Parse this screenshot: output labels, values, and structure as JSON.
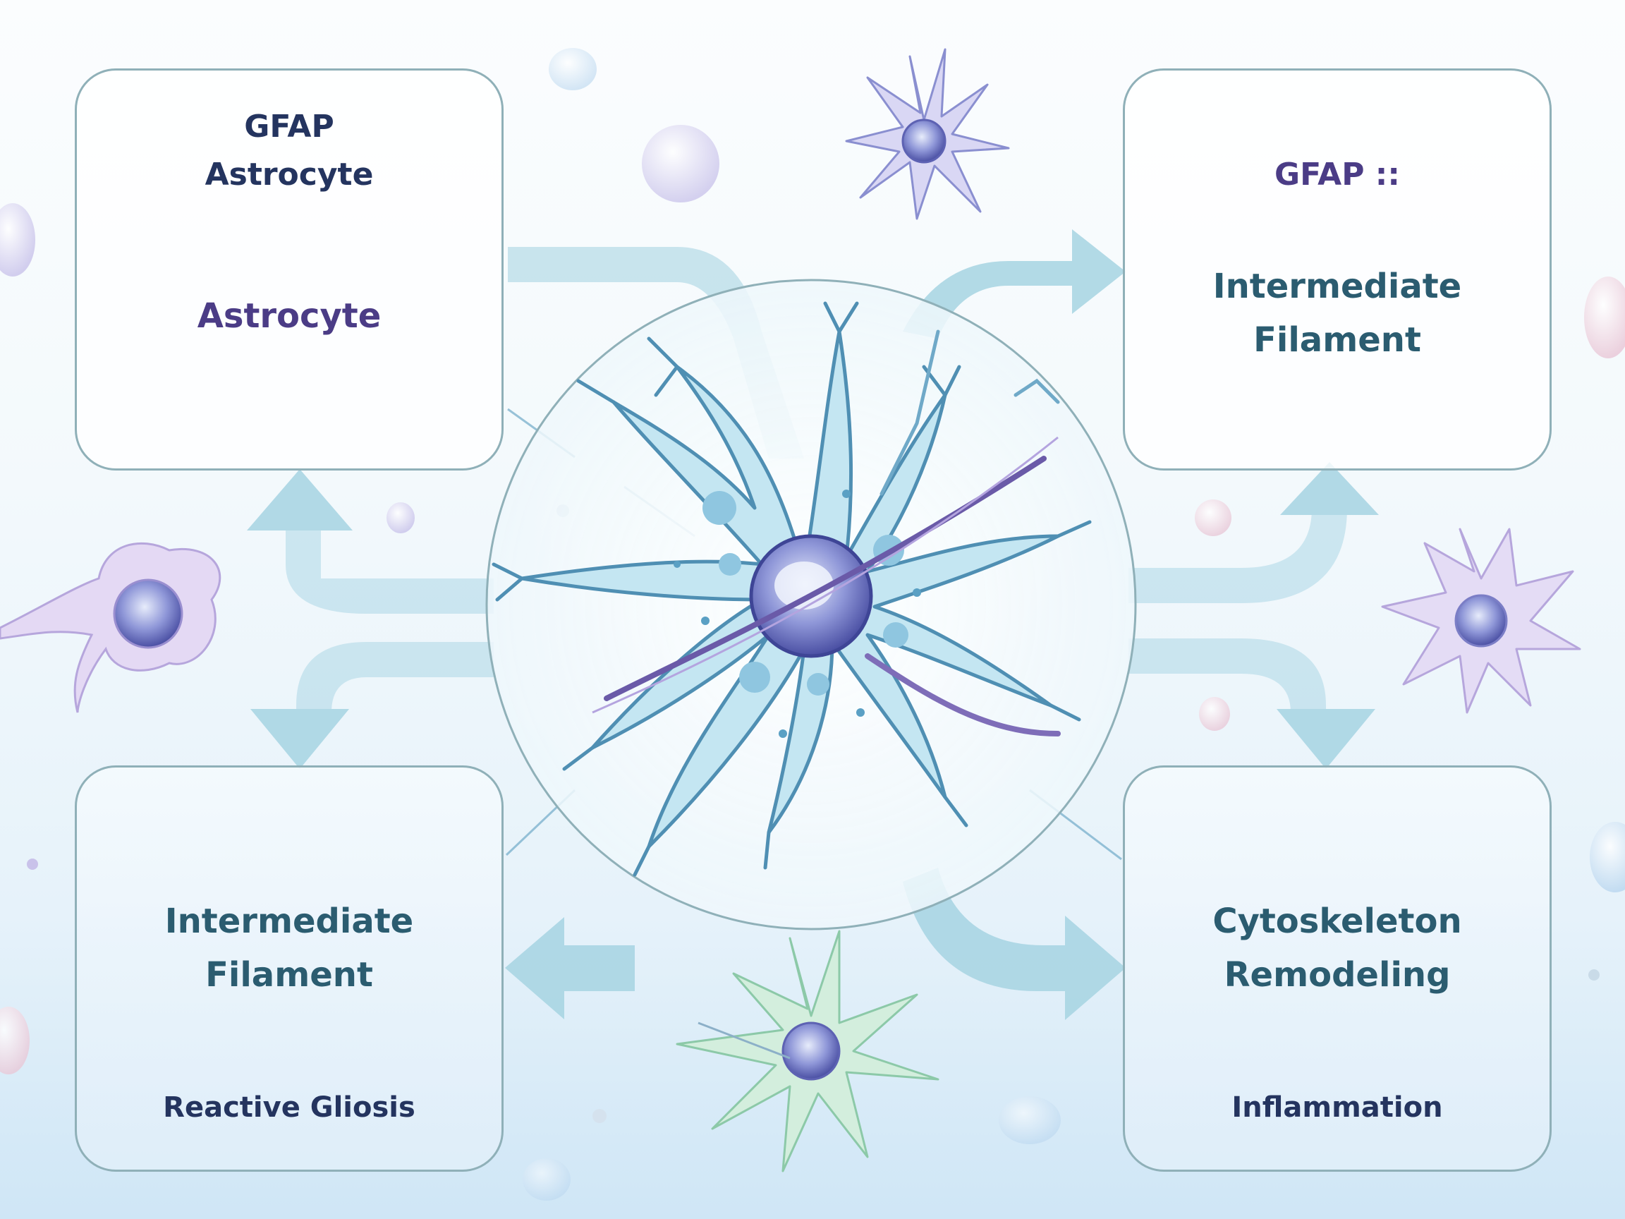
{
  "boxes": {
    "top_left": {
      "line1": "GFAP",
      "line2": "Astrocyte",
      "line3": "Astrocyte"
    },
    "top_right": {
      "line1": "GFAP ::",
      "line2": "Intermediate",
      "line3": "Filament"
    },
    "bottom_left": {
      "line1": "Intermediate",
      "line2": "Filament",
      "footer": "Reactive Gliosis"
    },
    "bottom_right": {
      "line1": "Cytoskeleton",
      "line2": "Remodeling",
      "footer": "Inflammation"
    }
  },
  "colors": {
    "box_border": "#8fb0b8",
    "arrow": "#9fd0de",
    "cell_body": "#bfe3f0",
    "nucleus": "#5d62b3",
    "filament": "#6a5aa8",
    "green_cell": "#b8e3c4",
    "lavender_cell": "#d6ccef"
  },
  "icons": [
    "astrocyte-illustration",
    "astrocyte-cell-icon",
    "neuron-cell-icon",
    "glial-cell-icon",
    "vesicle-bubble-icon",
    "arrow-icon"
  ]
}
